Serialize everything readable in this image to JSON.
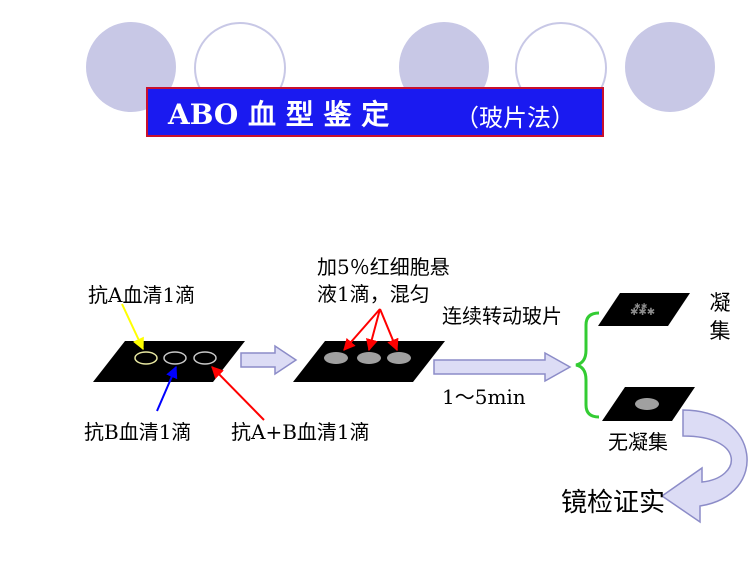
{
  "header": {
    "title": "ABO 血 型 鉴 定",
    "subtitle": "（玻片法）"
  },
  "labels": {
    "anti_a": "抗A血清1滴",
    "anti_b": "抗B血清1滴",
    "anti_ab": "抗A+B血清1滴",
    "add_rbc_line1": "加5％红细胞悬",
    "add_rbc_line2": "液1滴，混匀",
    "rotate": "连续转动玻片",
    "time": "1～5min",
    "agglutination_1": "凝",
    "agglutination_2": "集",
    "no_agglutination": "无凝集",
    "microscope": "镜检证实"
  },
  "colors": {
    "title_bg": "#1a1af0",
    "title_border": "#c8102e",
    "circle_fill": "#c8c8e6",
    "arrow_fill": "#dcdcf5",
    "arrow_stroke": "#8c8cc8",
    "brace": "#33cc33",
    "yellow_arrow": "#ffff00",
    "blue_arrow": "#0000ff",
    "red_arrow": "#ff0000"
  }
}
